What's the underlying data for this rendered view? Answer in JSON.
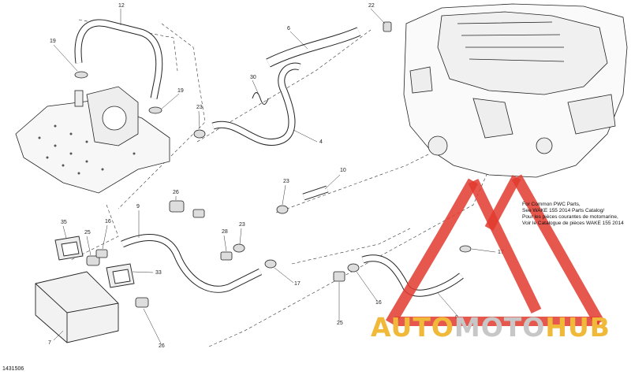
{
  "diagram": {
    "id": "1431506",
    "note_lines": [
      "For Common PWC Parts,",
      "See WAKE 155 2014 Parts Catalog/",
      "Pour les pièces courantes de motomarine,",
      "Voir le Catalogue de pièces WAKE 155 2014"
    ],
    "callouts": [
      "12",
      "19",
      "19",
      "22",
      "6",
      "30",
      "23",
      "4",
      "10",
      "23",
      "26",
      "9",
      "23",
      "35",
      "16",
      "25",
      "28",
      "33",
      "17",
      "17",
      "16",
      "7",
      "26",
      "25",
      "8"
    ],
    "colors": {
      "line": "#222222",
      "watermark_red": "#e23a2e",
      "brand_gold": "#f0b93a",
      "brand_grey": "#c7c7c7"
    }
  },
  "watermark": {
    "brand_part1": "AUTO",
    "brand_part2": "MOTO",
    "brand_part3": "HUB"
  }
}
